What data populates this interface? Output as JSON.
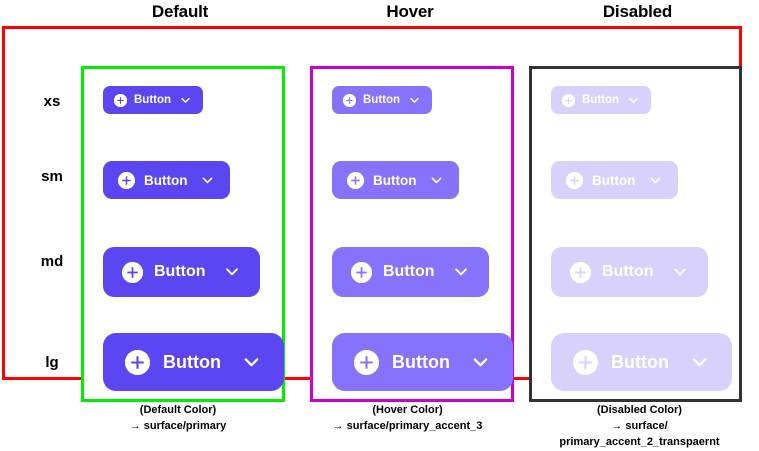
{
  "headers": {
    "default": "Default",
    "hover": "Hover",
    "disabled": "Disabled"
  },
  "row_labels": {
    "xs": "xs",
    "sm": "sm",
    "md": "md",
    "lg": "lg"
  },
  "button": {
    "label": "Button",
    "leading_icon": "plus-circle-icon",
    "trailing_icon": "chevron-down-icon"
  },
  "buttons": {
    "default": {
      "xs": "Button",
      "sm": "Button",
      "md": "Button",
      "lg": "Button"
    },
    "hover": {
      "xs": "Button",
      "sm": "Button",
      "md": "Button",
      "lg": "Button"
    },
    "disabled": {
      "xs": "Button",
      "sm": "Button",
      "md": "Button",
      "lg": "Button"
    }
  },
  "captions": {
    "default": {
      "line1": "(Default Color)",
      "line2": "→ surface/primary"
    },
    "hover": {
      "line1": "(Hover Color)",
      "line2": "→ surface/primary_accent_3"
    },
    "disabled": {
      "line1": "(Disabled Color)",
      "line2": "→ surface/",
      "line3": "primary_accent_2_transpaernt"
    }
  },
  "colors": {
    "default_fill": "#5b46f2",
    "hover_fill": "#8672fb",
    "disabled_fill": "#d7d1fc",
    "label_text": "#ffffff",
    "outer_frame": "#ff0000",
    "default_frame": "#00ee00",
    "hover_frame": "#cc00cc",
    "disabled_frame": "#333333",
    "page_background": "#ffffff"
  }
}
